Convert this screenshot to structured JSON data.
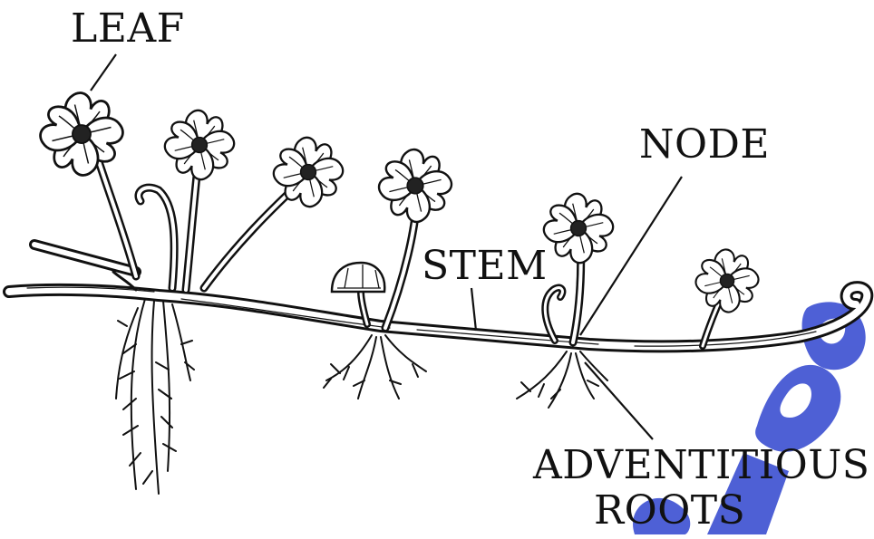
{
  "labels": {
    "leaf": "LEAF",
    "node": "NODE",
    "stem": "STEM",
    "adventitious_line1": "ADVENTITIOUS",
    "adventitious_line2": "ROOTS"
  },
  "colors": {
    "ink": "#111111",
    "leaf_fill": "#ffffff",
    "watermark": "#3b4fd1"
  }
}
